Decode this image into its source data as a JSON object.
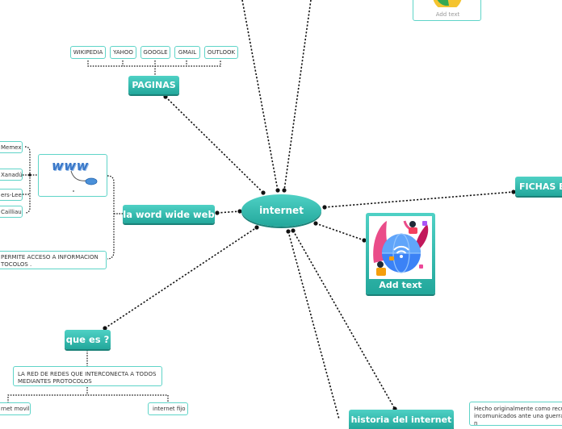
{
  "center": {
    "label": "internet"
  },
  "top_card": {
    "caption": "Add text"
  },
  "paginas": {
    "label": "PAGINAS",
    "items": [
      "WIKIPEDIA",
      "YAHOO",
      "GOOGLE",
      "GMAIL",
      "OUTLOOK"
    ]
  },
  "www": {
    "label": "la word wide web",
    "image_text": "www",
    "names": [
      "Memex",
      "Xanadú",
      "ers-Lee",
      "Cailliau"
    ],
    "description": "PERMITE ACCESO A INFORMACION\nTOCOLOS ."
  },
  "que_es": {
    "label": "que es ?",
    "definition": "LA RED DE REDES QUE INTERCONECTA A TODOS MEDIANTES PROTOCOLOS",
    "children": [
      "rnet movil",
      "internet fijo"
    ]
  },
  "fichas": {
    "label": "FICHAS B"
  },
  "image_card": {
    "caption": "Add text"
  },
  "history": {
    "label": "historia del internet"
  },
  "history_note": "Hecho originalmente como recur\nincomunicados ante una guerra n",
  "colors": {
    "accent": "#2fbcaf",
    "line": "#111111"
  }
}
